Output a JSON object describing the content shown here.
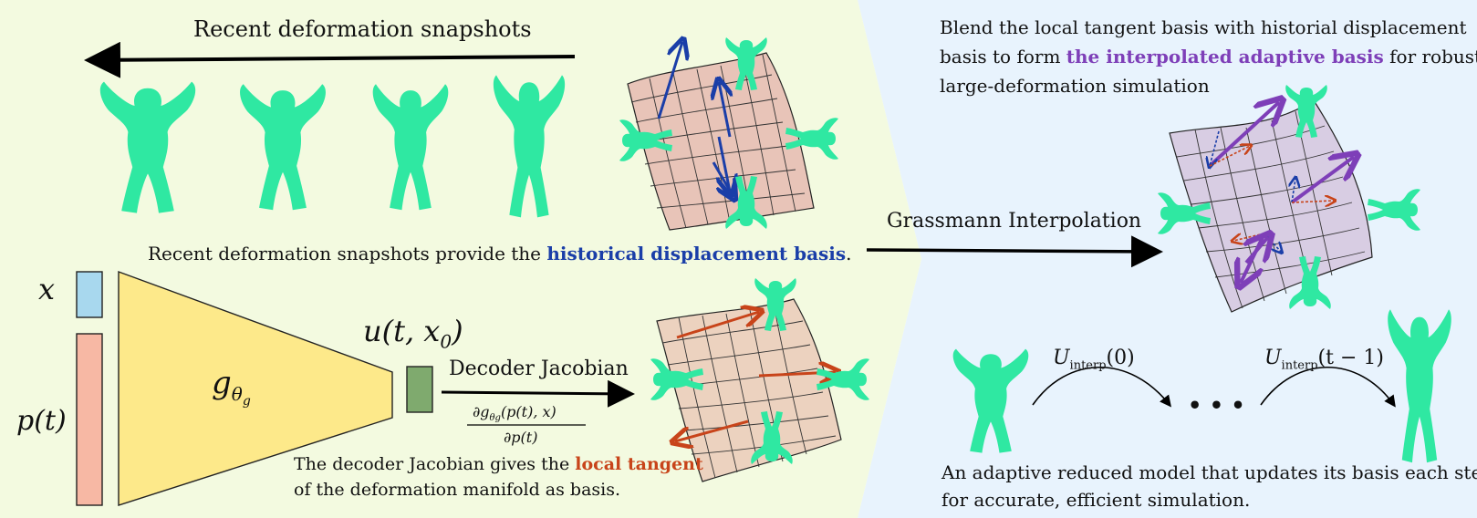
{
  "left": {
    "snapshots_title": "Recent deformation snapshots",
    "snapshots_caption_pre": "Recent deformation snapshots provide the ",
    "snapshots_caption_hl": "historical displacement basis",
    "snapshots_caption_post": ".",
    "input_x": "x",
    "input_p": "p(t)",
    "decoder_symbol": "g",
    "decoder_sub": "θ",
    "decoder_subsub": "g",
    "output_label": "u(t, x",
    "output_sub": "0",
    "output_close": ")",
    "jacobian_label": "Decoder Jacobian",
    "jacobian_numerator": "∂g",
    "jacobian_numerator_sub": "θg",
    "jacobian_numerator_args": "(p(t), x)",
    "jacobian_denominator": "∂p(t)",
    "decoder_caption_line1_pre": "The decoder Jacobian gives the ",
    "decoder_caption_line1_hl": "local tangent",
    "decoder_caption_line2": "of the deformation manifold as basis."
  },
  "right": {
    "blend_line1": "Blend the local tangent basis with historial displacement",
    "blend_line2_pre": "basis to form ",
    "blend_line2_hl": "the interpolated adaptive basis",
    "blend_line2_post": " for robust",
    "blend_line3": "large-deformation simulation",
    "grassmann_label": "Grassmann Interpolation",
    "u0_label": "U",
    "u0_sub": "interp",
    "u0_arg": "(0)",
    "u1_label": "U",
    "u1_sub": "interp",
    "u1_arg": "(t − 1)",
    "ellipsis": "• • •",
    "adaptive_line1": "An adaptive reduced model that updates its basis each step",
    "adaptive_line2": "for accurate, efficient simulation."
  },
  "colors": {
    "left_bg": "#f3fae0",
    "right_bg": "#e8f3fd",
    "figure_color": "#2fe8a2",
    "historical_blue": "#1a3ea8",
    "tangent_orange": "#c8441a",
    "adaptive_purple": "#7e3fb8",
    "decoder_yellow": "#fde98a",
    "input_x_blue": "#a8d8ee",
    "input_p_pink": "#f7b8a4",
    "output_green": "#7faa6e",
    "patch_pink": "#e8c4b8",
    "patch_tan": "#ecd2bf",
    "patch_lilac": "#d8cde3"
  }
}
